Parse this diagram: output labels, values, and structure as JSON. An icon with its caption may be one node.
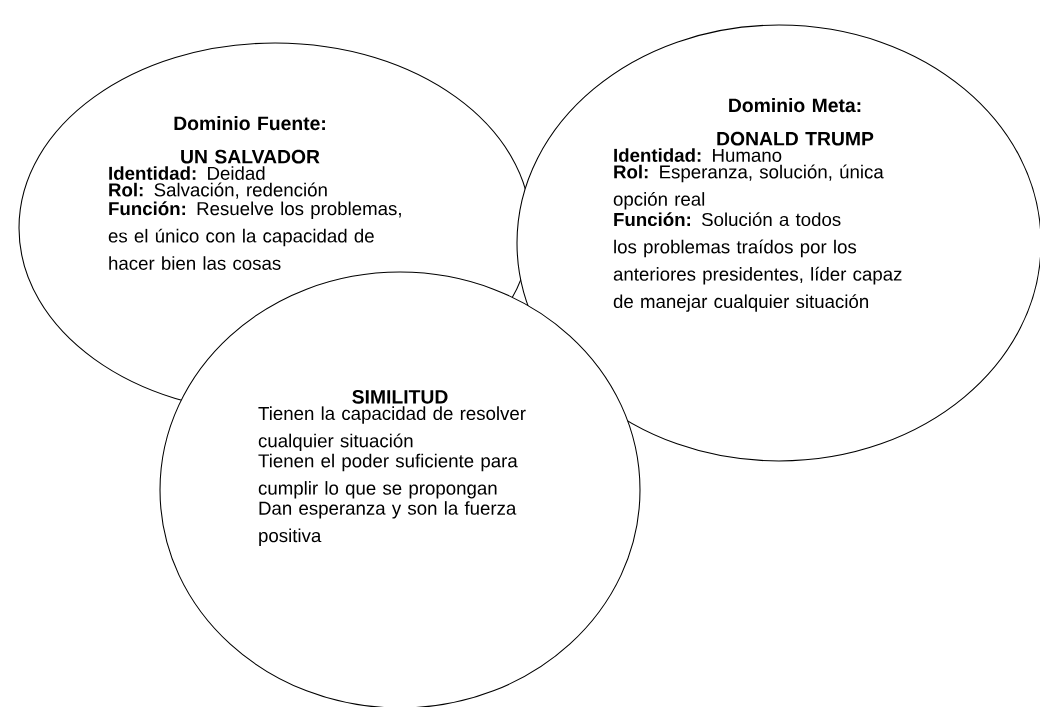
{
  "diagram": {
    "nodes": [
      {
        "text": [
          "Dominio Fuente: UN SALVADOR",
          "**Identidad:** Deidad",
          "**Rol:** Salvación, redención",
          "**Función:** Resuelve los problemas, es el único con la capacidad de hacer bien las cosas"
        ]
      },
      {
        "text": [
          "Dominio Meta: DONALD TRUMP",
          "**Identidad:** Humano",
          "**Rol:** Esperanza, solución, única opción real",
          "**Función:** Solución a todos los problemas traídos por los anteriores presidentes, líder capaz de manejar cualquier situación"
        ]
      },
      {
        "text": [
          "SIMILITUD",
          "Tienen la capacidad de resolver cualquier situación",
          "Tienen el poder suficiente para cumplir lo que se propongan",
          "Dan esperanza y son la fuerza positiva"
        ]
      }
    ]
  }
}
